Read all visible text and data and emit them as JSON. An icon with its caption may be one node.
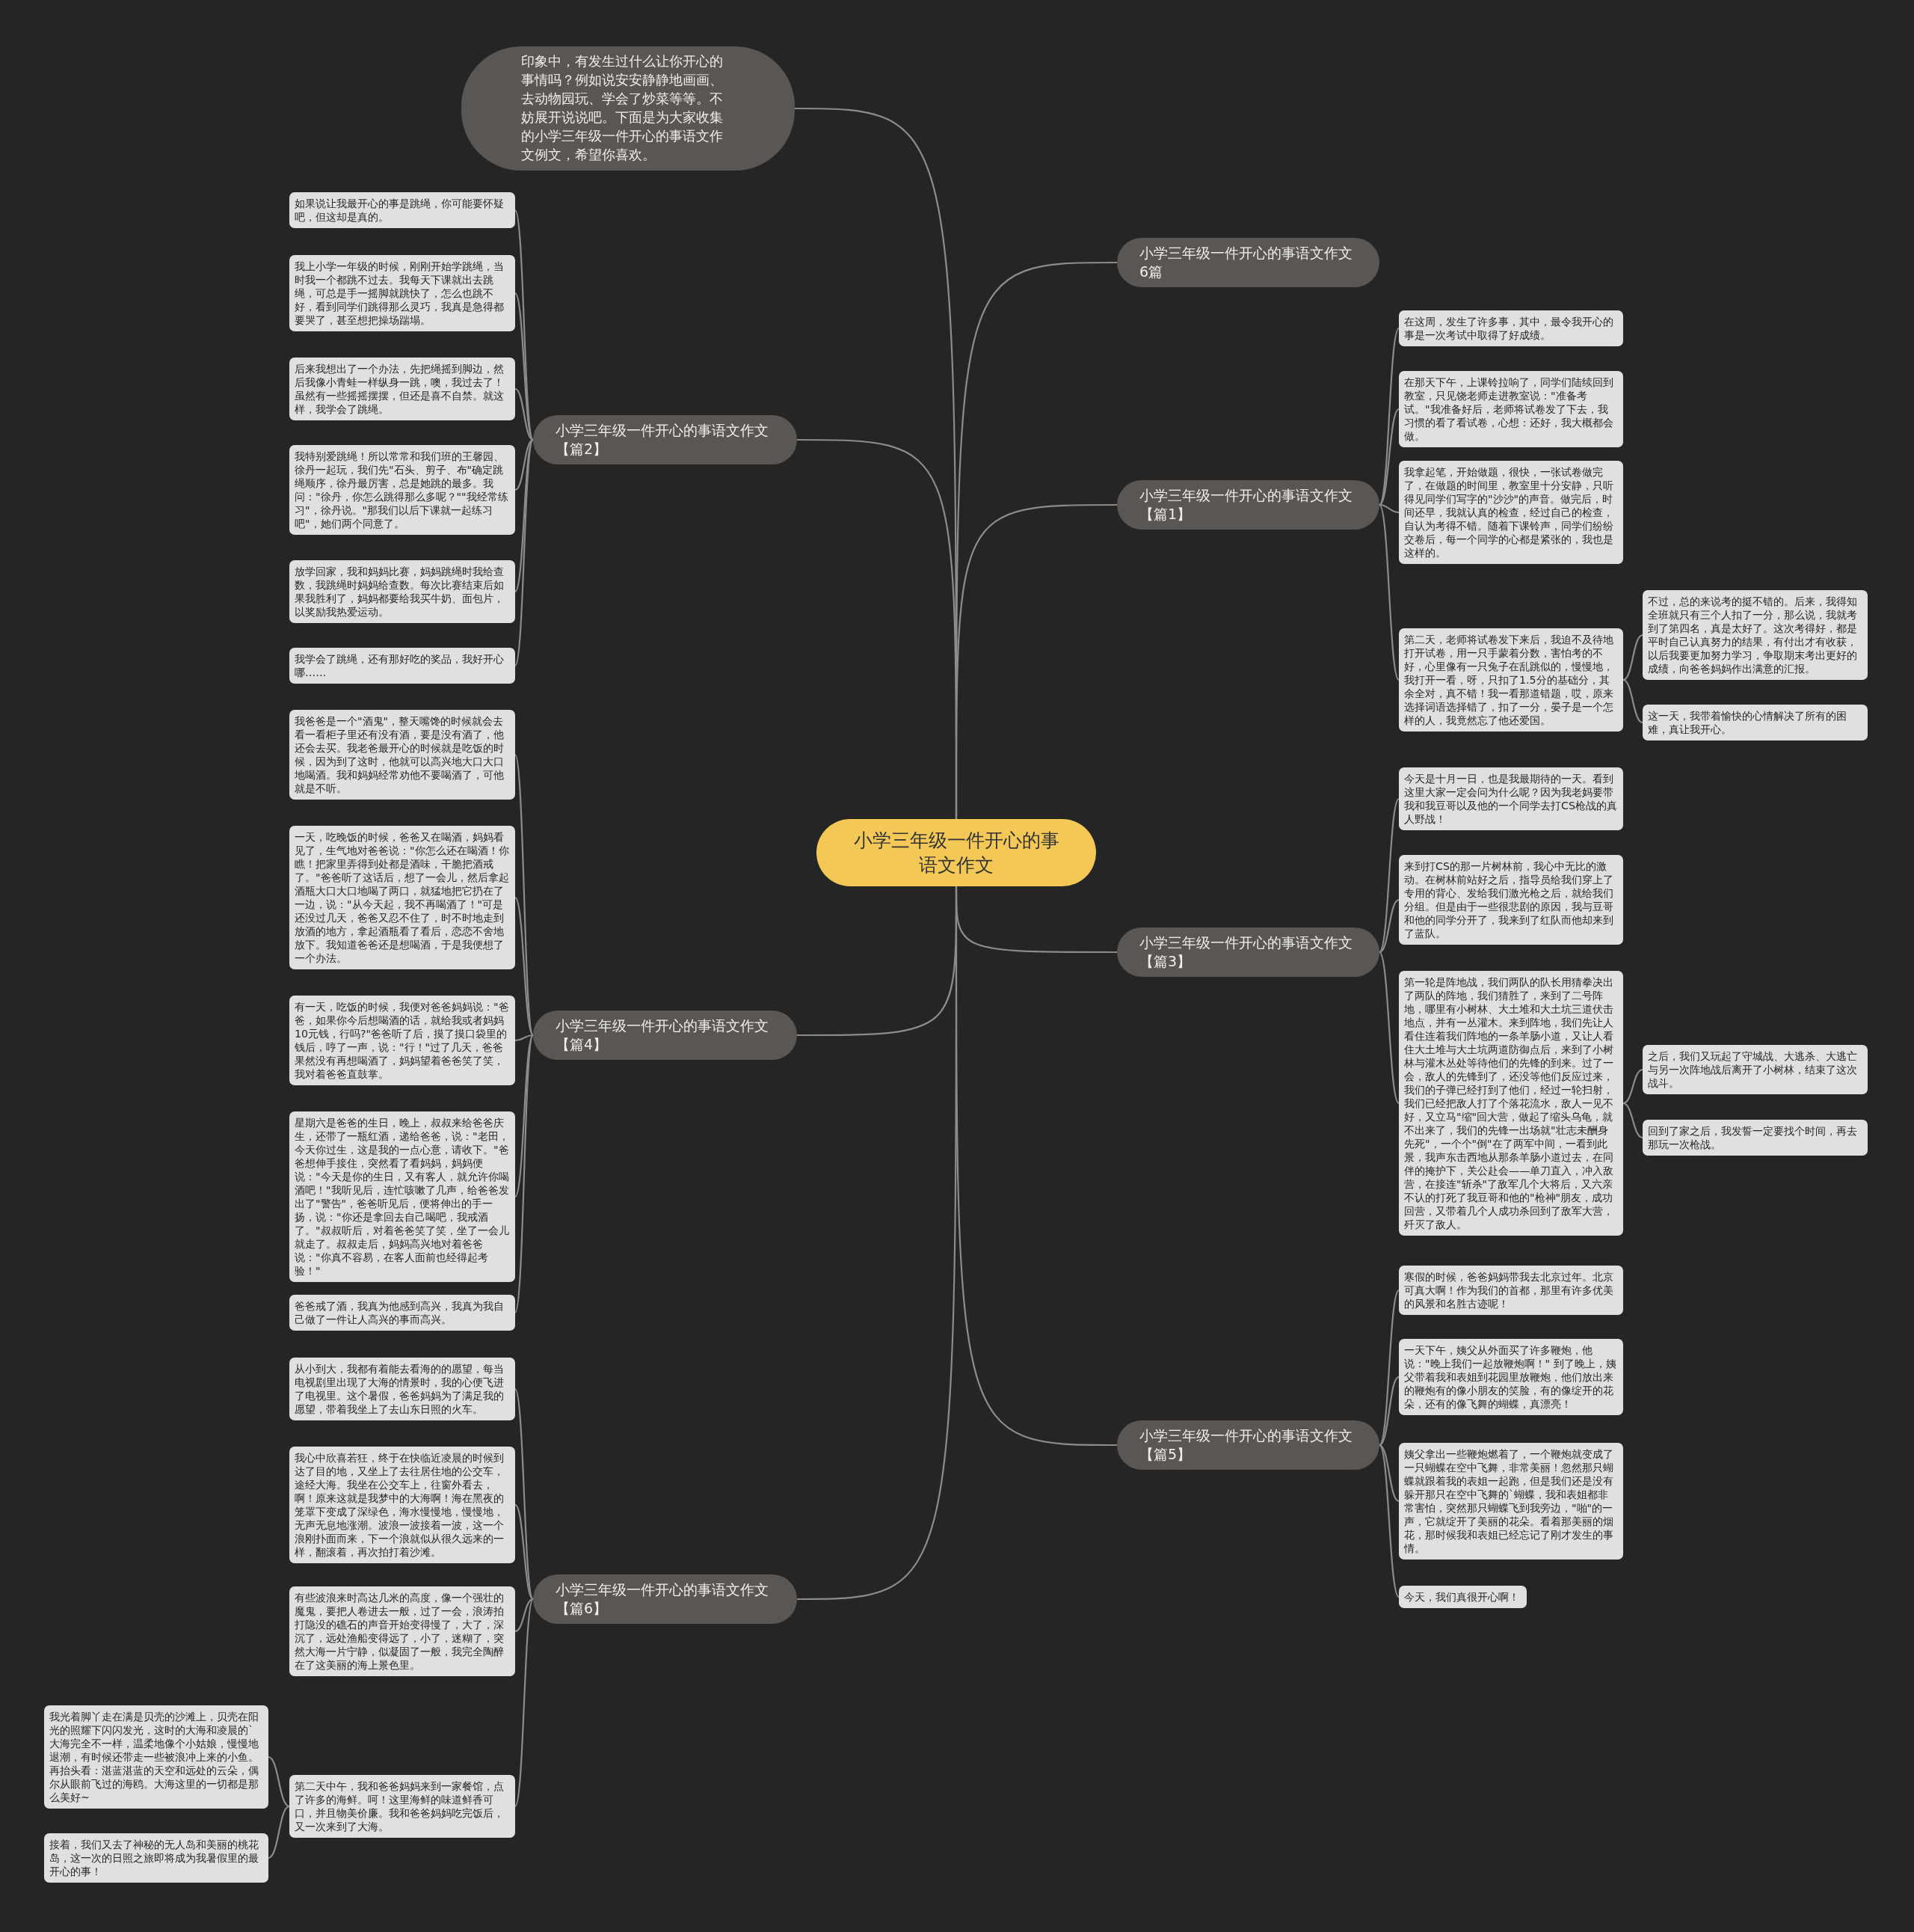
{
  "diagram": {
    "nodes": [
      {
        "text": [
          "小学三年级一件开心的事语文作文"
        ]
      },
      {
        "text": [
          "印象中，有发生过什么让你开心的事情吗？例如说安安静静地画画、去动物园玩、学会了炒菜等等。不妨展开说说吧。下面是为大家收集的小学三年级一件开心的事语文作文例文，希望你喜欢。"
        ]
      },
      {
        "text": [
          "小学三年级一件开心的事语文作文6篇"
        ]
      },
      {
        "text": [
          "小学三年级一件开心的事语文作文【篇2】"
        ]
      },
      {
        "text": [
          "小学三年级一件开心的事语文作文【篇1】"
        ]
      },
      {
        "text": [
          "小学三年级一件开心的事语文作文【篇4】"
        ]
      },
      {
        "text": [
          "小学三年级一件开心的事语文作文【篇3】"
        ]
      },
      {
        "text": [
          "小学三年级一件开心的事语文作文【篇5】"
        ]
      },
      {
        "text": [
          "小学三年级一件开心的事语文作文【篇6】"
        ]
      },
      {
        "text": [
          "如果说让我最开心的事是跳绳，你可能要怀疑吧，但这却是真的。"
        ]
      },
      {
        "text": [
          "我上小学一年级的时候，刚刚开始学跳绳，当时我一个都跳不过去。我每天下课就出去跳绳，可总是手一摇脚就跳快了，怎么也跳不好，看到同学们跳得那么灵巧，我真是急得都要哭了，甚至想把操场踹塌。"
        ]
      },
      {
        "text": [
          "后来我想出了一个办法，先把绳摇到脚边，然后我像小青蛙一样纵身一跳，噢，我过去了！虽然有一些摇摇摆摆，但还是喜不自禁。就这样，我学会了跳绳。"
        ]
      },
      {
        "text": [
          "我特别爱跳绳！所以常常和我们班的王馨园、徐丹一起玩，我们先\"石头、剪子、布\"确定跳绳顺序，徐丹最厉害，总是她跳的最多。我问：\"徐丹，你怎么跳得那么多呢？\"\"我经常练习\"，徐丹说。\"那我们以后下课就一起练习吧\"，她们两个同意了。"
        ]
      },
      {
        "text": [
          "放学回家，我和妈妈比赛，妈妈跳绳时我给查数，我跳绳时妈妈给查数。每次比赛结束后如果我胜利了，妈妈都要给我买牛奶、面包片，以奖励我热爱运动。"
        ]
      },
      {
        "text": [
          "我学会了跳绳，还有那好吃的奖品，我好开心哪……"
        ]
      },
      {
        "text": [
          "在这周，发生了许多事，其中，最令我开心的事是一次考试中取得了好成绩。"
        ]
      },
      {
        "text": [
          "在那天下午，上课铃拉响了，同学们陆续回到教室，只见饶老师走进教室说：\"准备考试。\"我准备好后，老师将试卷发了下去，我习惯的看了看试卷，心想：还好，我大概都会做。"
        ]
      },
      {
        "text": [
          "我拿起笔，开始做题，很快，一张试卷做完了，在做题的时间里，教室里十分安静，只听得见同学们写字的\"沙沙\"的声音。做完后，时间还早，我就认真的检查，经过自己的检查，自认为考得不错。随着下课铃声，同学们纷纷交卷后，每一个同学的心都是紧张的，我也是这样的。"
        ]
      },
      {
        "text": [
          "第二天，老师将试卷发下来后，我迫不及待地打开试卷，用一只手蒙着分数，害怕考的不好，心里像有一只兔子在乱跳似的，慢慢地，我打开一看，呀，只扣了1.5分的基础分，其余全对，真不错！我一看那道错题，哎，原来选择词语选择错了，扣了一分，晏子是一个怎样的人，我竟然忘了他还爱国。"
        ]
      },
      {
        "text": [
          "不过，总的来说考的挺不错的。后来，我得知全班就只有三个人扣了一分，那么说，我就考到了第四名，真是太好了。这次考得好，都是平时自己认真努力的结果，有付出才有收获，以后我要更加努力学习，争取期末考出更好的成绩，向爸爸妈妈作出满意的汇报。"
        ]
      },
      {
        "text": [
          "这一天，我带着愉快的心情解决了所有的困难，真让我开心。"
        ]
      },
      {
        "text": [
          "我爸爸是一个\"酒鬼\"，整天嘴馋的时候就会去看一看柜子里还有没有酒，要是没有酒了，他还会去买。我老爸最开心的时候就是吃饭的时候，因为到了这时，他就可以高兴地大口大口地喝酒。我和妈妈经常劝他不要喝酒了，可他就是不听。"
        ]
      },
      {
        "text": [
          "一天，吃晚饭的时候，爸爸又在喝酒，妈妈看见了，生气地对爸爸说：\"你怎么还在喝酒！你瞧！把家里弄得到处都是酒味，干脆把酒戒了。\"爸爸听了这话后，想了一会儿，然后拿起酒瓶大口大口地喝了两口，就猛地把它扔在了一边，说：\"从今天起，我不再喝酒了！\"可是还没过几天，爸爸又忍不住了，时不时地走到放酒的地方，拿起酒瓶看了看后，恋恋不舍地放下。我知道爸爸还是想喝酒，于是我便想了一个办法。"
        ]
      },
      {
        "text": [
          "有一天，吃饭的时候，我便对爸爸妈妈说：\"爸爸，如果你今后想喝酒的话，就给我或者妈妈10元钱，行吗?\"爸爸听了后，摸了摸口袋里的钱后，哼了一声，说：\"行！\"过了几天，爸爸果然没有再想喝酒了，妈妈望着爸爸笑了笑，我对着爸爸直鼓掌。"
        ]
      },
      {
        "text": [
          "星期六是爸爸的生日，晚上，叔叔来给爸爸庆生，还带了一瓶红酒，递给爸爸，说：\"老田，今天你过生，这是我的一点心意，请收下。\"爸爸想伸手接住，突然看了看妈妈，妈妈便说：\"今天是你的生日，又有客人，就允许你喝酒吧！\"我听见后，连忙咳嗽了几声，给爸爸发出了\"警告\"，爸爸听见后，便将伸出的手一扬，说：\"你还是拿回去自己喝吧，我戒酒了。\"叔叔听后，对着爸爸笑了笑，坐了一会儿就走了。叔叔走后，妈妈高兴地对着爸爸说：\"你真不容易，在客人面前也经得起考验！\""
        ]
      },
      {
        "text": [
          "爸爸戒了酒，我真为他感到高兴，我真为我自己做了一件让人高兴的事而高兴。"
        ]
      },
      {
        "text": [
          "今天是十月一日，也是我最期待的一天。看到这里大家一定会问为什么呢？因为我老妈要带我和我豆哥以及他的一个同学去打CS枪战的真人野战！"
        ]
      },
      {
        "text": [
          "来到打CS的那一片树林前，我心中无比的激动。在树林前站好之后，指导员给我们穿上了专用的背心、发给我们激光枪之后，就给我们分组。但是由于一些很悲剧的原因，我与豆哥和他的同学分开了，我来到了红队而他却来到了蓝队。"
        ]
      },
      {
        "text": [
          "第一轮是阵地战，我们两队的队长用猜拳决出了两队的阵地，我们猜胜了，来到了二号阵地，哪里有小树林、大土堆和大土坑三道伏击地点，并有一丛灌木。来到阵地，我们先让人看住连着我们阵地的一条羊肠小道，又让人看住大土堆与大土坑两道防御点后，来到了小树林与灌木丛处等待他们的先锋的到来。过了一会，敌人的先锋到了，还没等他们反应过来，我们的子弹已经打到了他们，经过一轮扫射，我们已经把敌人打了个落花流水，敌人一见不好，又立马\"缩\"回大营，做起了缩头乌龟，就不出来了，我们的先锋一出场就\"壮志未酬身先死\"，一个个\"倒\"在了两军中间，一看到此景，我声东击西地从那条羊肠小道过去，在同伴的掩护下，关公赴会——单刀直入，冲入敌营，在接连\"斩杀\"了敌军几个大将后，又六亲不认的打死了我豆哥和他的\"枪神\"朋友，成功回营，又带着几个人成功杀回到了敌军大营，歼灭了敌人。"
        ]
      },
      {
        "text": [
          "之后，我们又玩起了守城战、大逃杀、大逃亡与另一次阵地战后离开了小树林，结束了这次战斗。"
        ]
      },
      {
        "text": [
          "回到了家之后，我发誓一定要找个时间，再去那玩一次枪战。"
        ]
      },
      {
        "text": [
          "寒假的时候，爸爸妈妈带我去北京过年。北京可真大啊！作为我们的首都，那里有许多优美的风景和名胜古迹呢！"
        ]
      },
      {
        "text": [
          "一天下午，姨父从外面买了许多鞭炮，他说：\"晚上我们一起放鞭炮啊！\" 到了晚上，姨父带着我和表姐到花园里放鞭炮，他们放出来的鞭炮有的像小朋友的笑脸，有的像绽开的花朵，还有的像飞舞的蝴蝶，真漂亮！"
        ]
      },
      {
        "text": [
          "姨父拿出一些鞭炮燃着了，一个鞭炮就变成了一只蝴蝶在空中飞舞，非常美丽！忽然那只蝴蝶就跟着我的表姐一起跑，但是我们还是没有躲开那只在空中飞舞的`蝴蝶，我和表姐都非常害怕，突然那只蝴蝶飞到我旁边，\"啪\"的一声，它就绽开了美丽的花朵。看着那美丽的烟花，那时候我和表姐已经忘记了刚才发生的事情。"
        ]
      },
      {
        "text": [
          "今天，我们真很开心啊！"
        ]
      },
      {
        "text": [
          "从小到大，我都有着能去看海的的愿望，每当电视剧里出现了大海的情景时，我的心便飞进了电视里。这个暑假，爸爸妈妈为了满足我的愿望，带着我坐上了去山东日照的火车。"
        ]
      },
      {
        "text": [
          "我心中欣喜若狂，终于在快临近凌晨的时候到达了目的地，又坐上了去往居住地的公交车，途经大海。我坐在公交车上，往窗外看去，啊！原来这就是我梦中的大海啊！海在黑夜的笼罩下变成了深绿色，海水慢慢地，慢慢地，无声无息地涨潮。波浪一波接着一波，这一个浪刚扑面而来，下一个浪就似从很久远来的一样，翻滚着，再次拍打着沙滩。"
        ]
      },
      {
        "text": [
          "有些波浪来时高达几米的高度，像一个强壮的魔鬼，要把人卷进去一般，过了一会，浪涛拍打隐没的礁石的声音开始变得慢了，大了，深沉了，远处渔船变得远了，小了，迷糊了，突然大海一片宁静，似凝固了一般，我完全陶醉在了这美丽的海上景色里。"
        ]
      },
      {
        "text": [
          "第二天中午，我和爸爸妈妈来到一家餐馆，点了许多的海鲜。呵！这里海鲜的味道鲜香可口，并且物美价廉。我和爸爸妈妈吃完饭后，又一次来到了大海。"
        ]
      },
      {
        "text": [
          "我光着脚丫走在满是贝壳的沙滩上，贝壳在阳光的照耀下闪闪发光，这时的大海和凌晨的`大海完全不一样，温柔地像个小姑娘，慢慢地退潮，有时候还带走一些被浪冲上来的小鱼。再抬头看：湛蓝湛蓝的天空和远处的云朵，偶尔从眼前飞过的海鸥。大海这里的一切都是那么美好~"
        ]
      },
      {
        "text": [
          "接着，我们又去了神秘的无人岛和美丽的桃花岛，这一次的日照之旅即将成为我暑假里的最开心的事！"
        ]
      }
    ],
    "edges": [
      {
        "from": 0,
        "to": 1,
        "arrow": "none"
      },
      {
        "from": 0,
        "to": 2,
        "arrow": "none"
      },
      {
        "from": 0,
        "to": 3,
        "arrow": "none"
      },
      {
        "from": 0,
        "to": 4,
        "arrow": "none"
      },
      {
        "from": 0,
        "to": 5,
        "arrow": "none"
      },
      {
        "from": 0,
        "to": 6,
        "arrow": "none"
      },
      {
        "from": 0,
        "to": 7,
        "arrow": "none"
      },
      {
        "from": 0,
        "to": 8,
        "arrow": "none"
      },
      {
        "from": 3,
        "to": 9,
        "arrow": "none"
      },
      {
        "from": 3,
        "to": 10,
        "arrow": "none"
      },
      {
        "from": 3,
        "to": 11,
        "arrow": "none"
      },
      {
        "from": 3,
        "to": 12,
        "arrow": "none"
      },
      {
        "from": 3,
        "to": 13,
        "arrow": "none"
      },
      {
        "from": 3,
        "to": 14,
        "arrow": "none"
      },
      {
        "from": 4,
        "to": 15,
        "arrow": "none"
      },
      {
        "from": 4,
        "to": 16,
        "arrow": "none"
      },
      {
        "from": 4,
        "to": 17,
        "arrow": "none"
      },
      {
        "from": 4,
        "to": 18,
        "arrow": "none"
      },
      {
        "from": 18,
        "to": 19,
        "arrow": "none"
      },
      {
        "from": 18,
        "to": 20,
        "arrow": "none"
      },
      {
        "from": 5,
        "to": 21,
        "arrow": "none"
      },
      {
        "from": 5,
        "to": 22,
        "arrow": "none"
      },
      {
        "from": 5,
        "to": 23,
        "arrow": "none"
      },
      {
        "from": 5,
        "to": 24,
        "arrow": "none"
      },
      {
        "from": 5,
        "to": 25,
        "arrow": "none"
      },
      {
        "from": 6,
        "to": 26,
        "arrow": "none"
      },
      {
        "from": 6,
        "to": 27,
        "arrow": "none"
      },
      {
        "from": 6,
        "to": 28,
        "arrow": "none"
      },
      {
        "from": 28,
        "to": 29,
        "arrow": "none"
      },
      {
        "from": 28,
        "to": 30,
        "arrow": "none"
      },
      {
        "from": 7,
        "to": 31,
        "arrow": "none"
      },
      {
        "from": 7,
        "to": 32,
        "arrow": "none"
      },
      {
        "from": 7,
        "to": 33,
        "arrow": "none"
      },
      {
        "from": 7,
        "to": 34,
        "arrow": "none"
      },
      {
        "from": 8,
        "to": 35,
        "arrow": "none"
      },
      {
        "from": 8,
        "to": 36,
        "arrow": "none"
      },
      {
        "from": 8,
        "to": 37,
        "arrow": "none"
      },
      {
        "from": 8,
        "to": 38,
        "arrow": "none"
      },
      {
        "from": 38,
        "to": 39,
        "arrow": "none"
      },
      {
        "from": 38,
        "to": 40,
        "arrow": "none"
      }
    ]
  }
}
